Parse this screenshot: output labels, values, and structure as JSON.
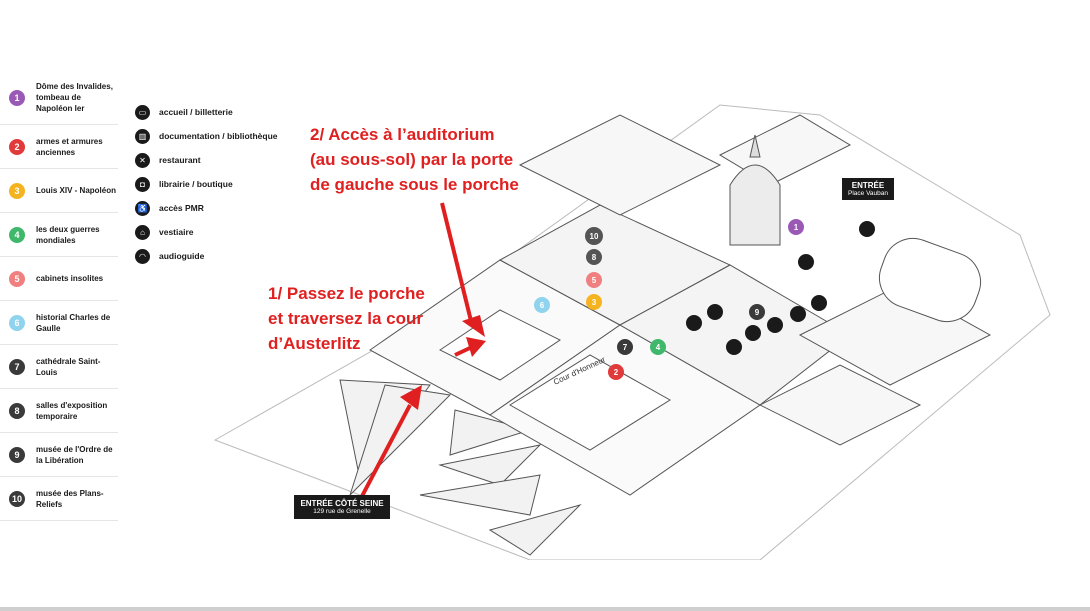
{
  "legend": [
    {
      "num": "1",
      "label": "Dôme des Invalides, tombeau de Napoléon Ier",
      "color": "#9b59b6"
    },
    {
      "num": "2",
      "label": "armes et armures anciennes",
      "color": "#e03a3a"
    },
    {
      "num": "3",
      "label": "Louis XIV - Napoléon",
      "color": "#f5b41f"
    },
    {
      "num": "4",
      "label": "les deux guerres mondiales",
      "color": "#3fb86b"
    },
    {
      "num": "5",
      "label": "cabinets insolites",
      "color": "#f08080"
    },
    {
      "num": "6",
      "label": "historial Charles de Gaulle",
      "color": "#8fd3ee"
    },
    {
      "num": "7",
      "label": "cathédrale Saint-Louis",
      "color": "#3a3a3a"
    },
    {
      "num": "8",
      "label": "salles d'exposition temporaire",
      "color": "#3a3a3a"
    },
    {
      "num": "9",
      "label": "musée de l'Ordre de la Libération",
      "color": "#3a3a3a"
    },
    {
      "num": "10",
      "label": "musée des Plans-Reliefs",
      "color": "#3a3a3a"
    }
  ],
  "services": [
    {
      "icon": "ticket-icon",
      "glyph": "▭",
      "label": "accueil / billetterie"
    },
    {
      "icon": "library-icon",
      "glyph": "▥",
      "label": "documentation / bibliothèque"
    },
    {
      "icon": "restaurant-icon",
      "glyph": "✕",
      "label": "restaurant"
    },
    {
      "icon": "shop-bag-icon",
      "glyph": "◘",
      "label": "librairie / boutique"
    },
    {
      "icon": "wheelchair-icon",
      "glyph": "♿",
      "label": "accès PMR"
    },
    {
      "icon": "coat-hanger-icon",
      "glyph": "⌂",
      "label": "vestiaire"
    },
    {
      "icon": "headphones-icon",
      "glyph": "◠",
      "label": "audioguide"
    }
  ],
  "notes": {
    "note2": [
      "2/ Accès à l’auditorium",
      "(au sous-sol) par la porte",
      "de gauche sous le porche"
    ],
    "note1": [
      "1/ Passez le porche",
      "et traversez la cour",
      "d’Austerlitz"
    ]
  },
  "entries": {
    "vauban": {
      "title": "ENTRÉE",
      "sub": "Place Vauban"
    },
    "seine": {
      "title": "ENTRÉE CÔTÉ SEINE",
      "sub": "129 rue de Grenelle"
    }
  },
  "map": {
    "courtyard_label": "Cour d'Honneur",
    "markers": [
      "10",
      "8",
      "5",
      "3",
      "6",
      "7",
      "4",
      "2",
      "1",
      "9"
    ]
  },
  "colors": {
    "annotation": "#e02020",
    "sign": "#1a1a1a"
  }
}
